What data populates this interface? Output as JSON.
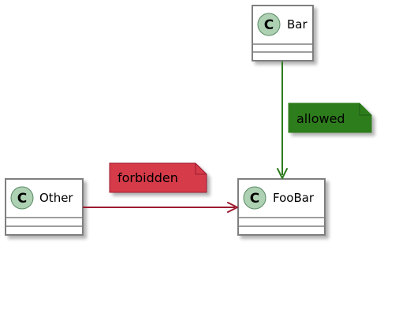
{
  "diagram": {
    "type": "uml-class",
    "classes": {
      "bar": {
        "name": "Bar",
        "stereotype_letter": "C"
      },
      "foobar": {
        "name": "FooBar",
        "stereotype_letter": "C"
      },
      "other": {
        "name": "Other",
        "stereotype_letter": "C"
      }
    },
    "relations": [
      {
        "from": "Bar",
        "to": "FooBar",
        "color": "#2E7D1E",
        "note": "allowed"
      },
      {
        "from": "Other",
        "to": "FooBar",
        "color": "#9B1B30",
        "note": "forbidden"
      }
    ],
    "notes": {
      "allowed": {
        "text": "allowed",
        "fill": "#2E7D1E",
        "border": "#2E7D1E"
      },
      "forbidden": {
        "text": "forbidden",
        "fill": "#D63A48",
        "border": "#9B1B30"
      }
    },
    "colors": {
      "class_fill": "#FFFFFF",
      "class_border": "#7F7F7F",
      "circle_fill": "#ADD1B2",
      "circle_border": "#5A8A66",
      "shadow": "#C8C8C8"
    }
  }
}
